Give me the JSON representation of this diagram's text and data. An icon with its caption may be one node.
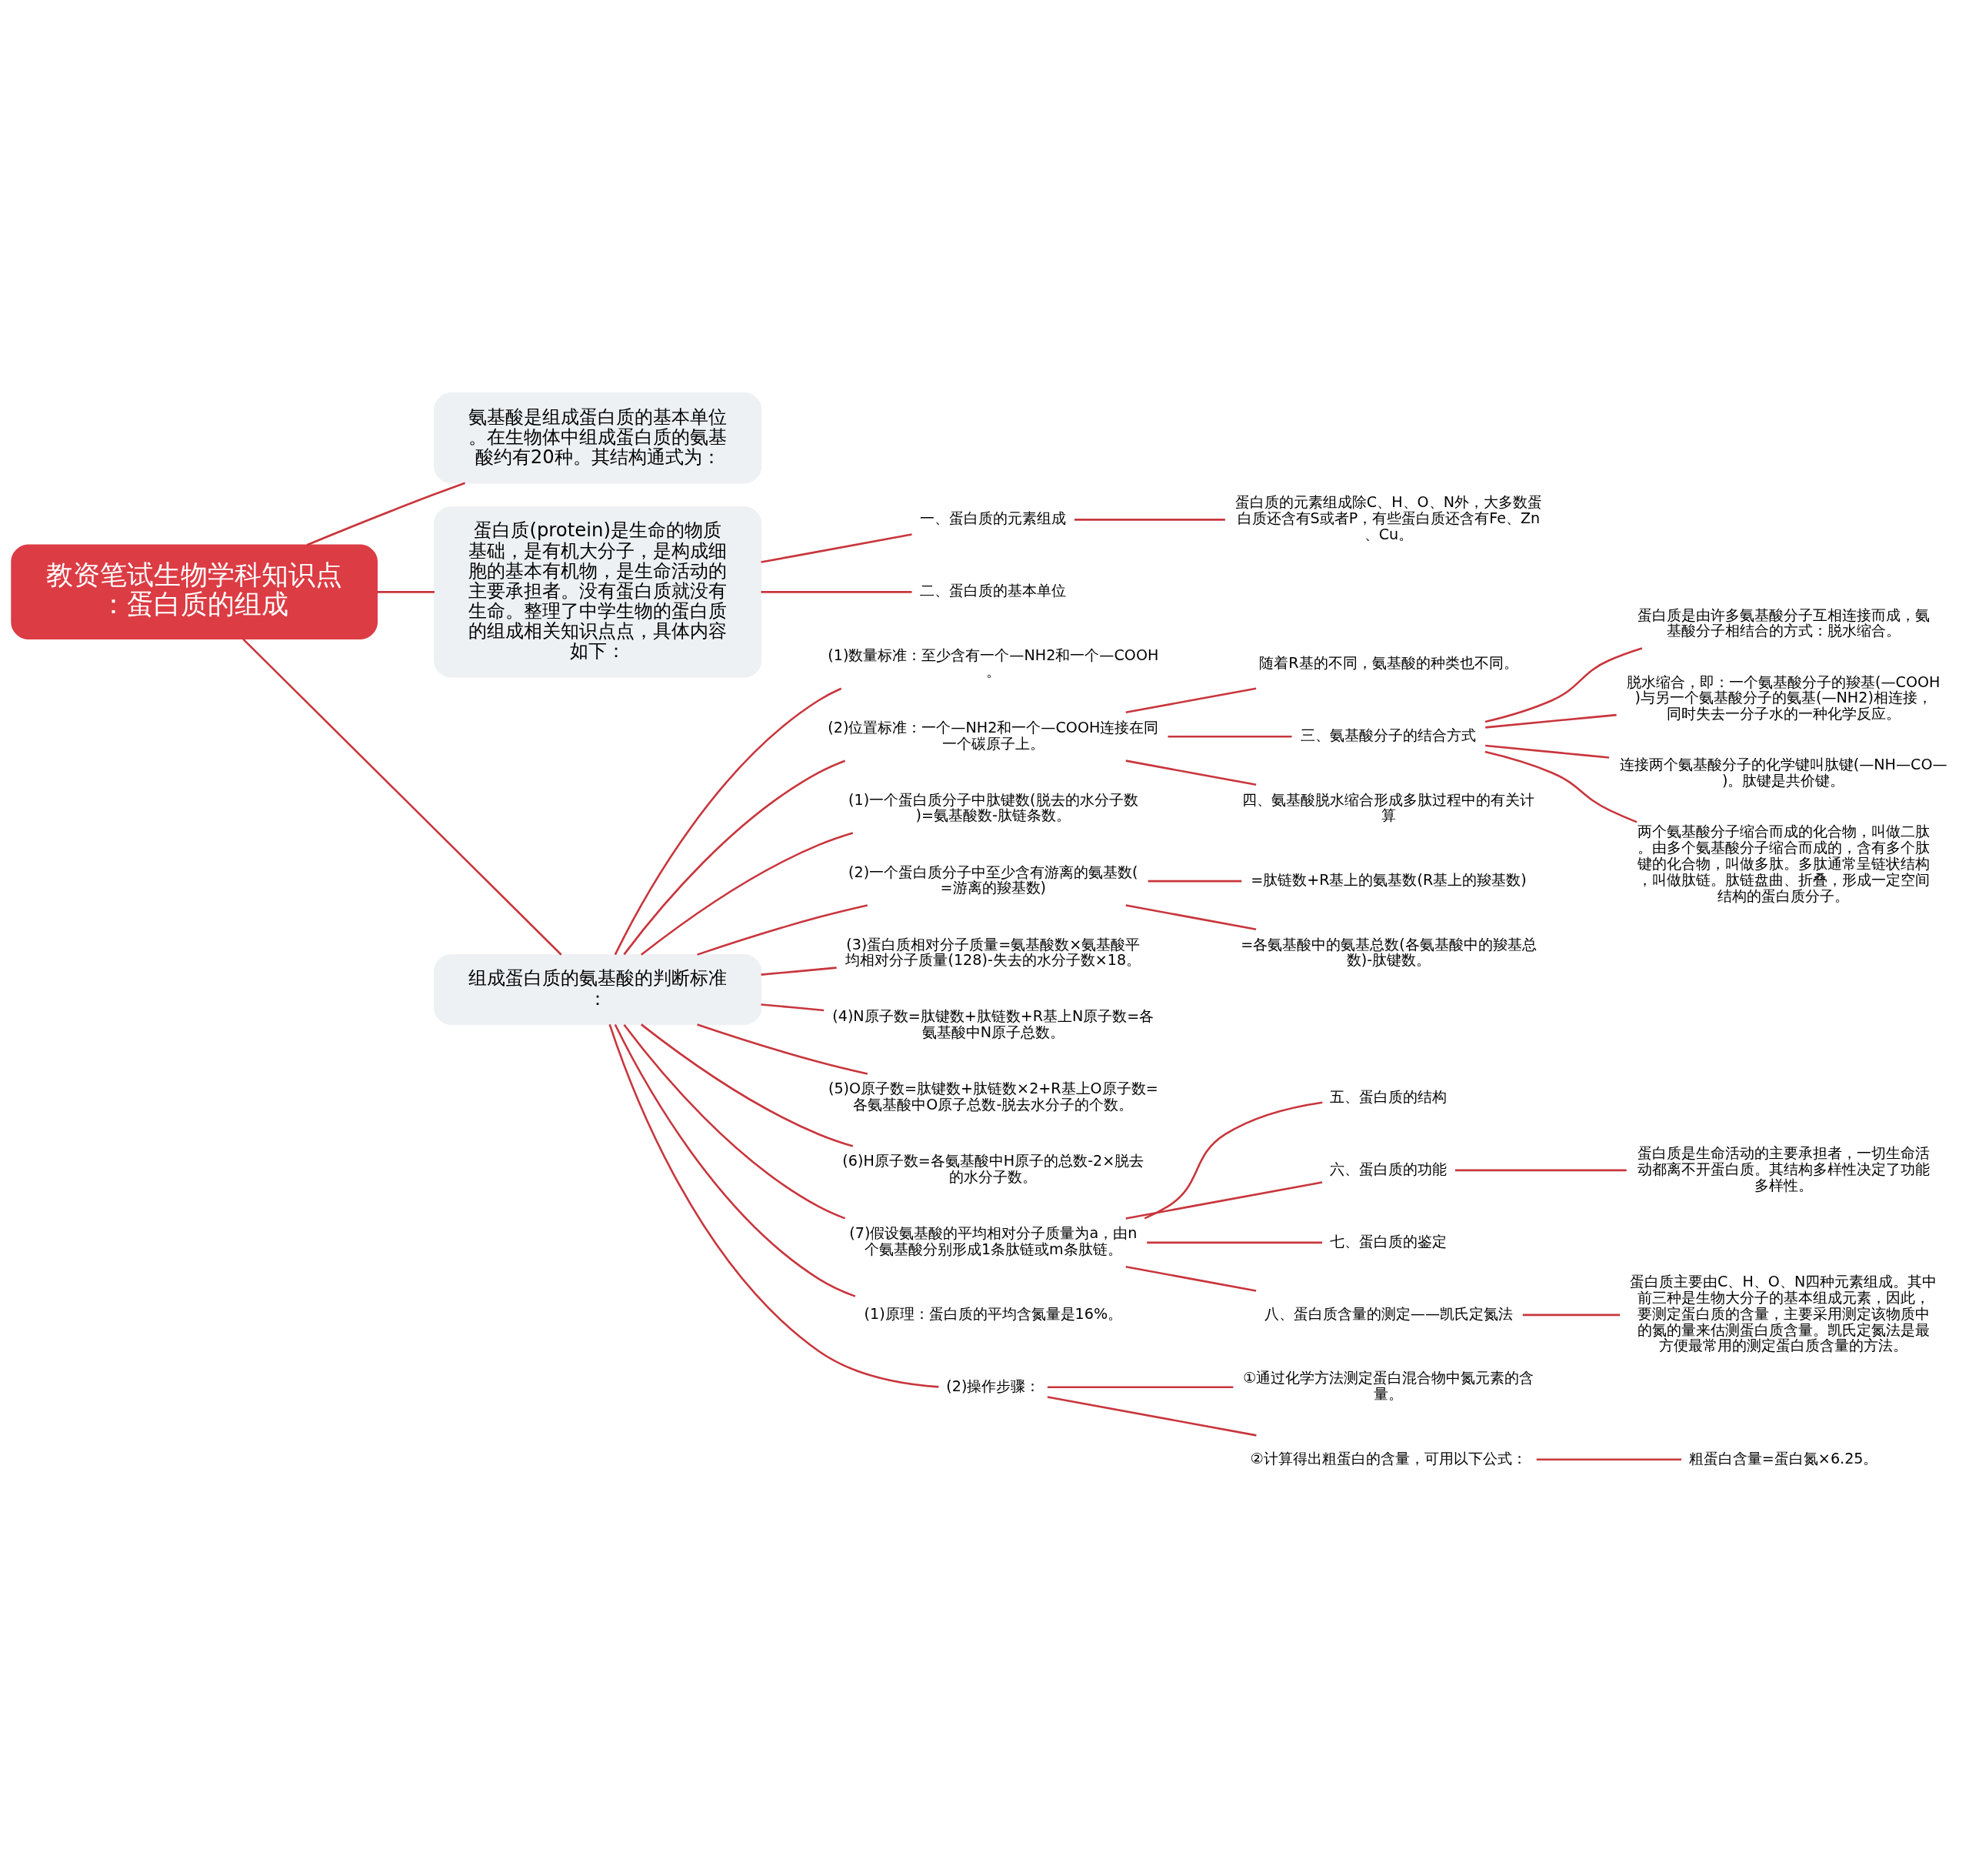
{
  "diagram": {
    "nodes": [
      {
        "text": [
          "教资笔试生物学科知识点：蛋白质的组成"
        ]
      },
      {
        "text": [
          "氨基酸是组成蛋白质的基本单位。在生物体中组成蛋白质的氨基酸约有20种。其结构通式为："
        ]
      },
      {
        "text": [
          "蛋白质(protein)是生命的物质基础，是有机大分子，是构成细胞的基本有机物，是生命活动的主要承担者。没有蛋白质就没有生命。整理了中学生物的蛋白质的组成相关知识点点，具体内容如下："
        ]
      },
      {
        "text": [
          "一、蛋白质的元素组成"
        ]
      },
      {
        "text": [
          "蛋白质的元素组成除C、H、O、N外，大多数蛋白质还含有S或者P，有些蛋白质还含有Fe、Zn、Cu。"
        ]
      },
      {
        "text": [
          "二、蛋白质的基本单位"
        ]
      },
      {
        "text": [
          "组成蛋白质的氨基酸的判断标准："
        ]
      },
      {
        "text": [
          "(1)数量标准：至少含有一个—NH2和一个—COOH。"
        ]
      },
      {
        "text": [
          "(2)位置标准：一个—NH2和一个—COOH连接在同一个碳原子上。"
        ]
      },
      {
        "text": [
          "随着R基的不同，氨基酸的种类也不同。"
        ]
      },
      {
        "text": [
          "三、氨基酸分子的结合方式"
        ]
      },
      {
        "text": [
          "蛋白质是由许多氨基酸分子互相连接而成，氨基酸分子相结合的方式：脱水缩合。"
        ]
      },
      {
        "text": [
          "脱水缩合，即：一个氨基酸分子的羧基(—COOH)与另一个氨基酸分子的氨基(—NH2)相连接，同时失去一分子水的一种化学反应。"
        ]
      },
      {
        "text": [
          "连接两个氨基酸分子的化学键叫肽键(—NH—CO—)。肽键是共价键。"
        ]
      },
      {
        "text": [
          "两个氨基酸分子缩合而成的化合物，叫做二肽。由多个氨基酸分子缩合而成的，含有多个肽键的化合物，叫做多肽。多肽通常呈链状结构，叫做肽链。肽链盘曲、折叠，形成一定空间结构的蛋白质分子。"
        ]
      },
      {
        "text": [
          "四、氨基酸脱水缩合形成多肽过程中的有关计算"
        ]
      },
      {
        "text": [
          "(1)一个蛋白质分子中肽键数(脱去的水分子数)=氨基酸数-肽链条数。"
        ]
      },
      {
        "text": [
          "(2)一个蛋白质分子中至少含有游离的氨基数(=游离的羧基数)"
        ]
      },
      {
        "text": [
          "=肽链数+R基上的氨基数(R基上的羧基数)"
        ]
      },
      {
        "text": [
          "=各氨基酸中的氨基总数(各氨基酸中的羧基总数)-肽键数。"
        ]
      },
      {
        "text": [
          "(3)蛋白质相对分子质量=氨基酸数×氨基酸平均相对分子质量(128)-失去的水分子数×18。"
        ]
      },
      {
        "text": [
          "(4)N原子数=肽键数+肽链数+R基上N原子数=各氨基酸中N原子总数。"
        ]
      },
      {
        "text": [
          "(5)O原子数=肽键数+肽链数×2+R基上O原子数=各氨基酸中O原子总数-脱去水分子的个数。"
        ]
      },
      {
        "text": [
          "(6)H原子数=各氨基酸中H原子的总数-2×脱去的水分子数。"
        ]
      },
      {
        "text": [
          "(7)假设氨基酸的平均相对分子质量为a，由n个氨基酸分别形成1条肽链或m条肽链。"
        ]
      },
      {
        "text": [
          "五、蛋白质的结构"
        ]
      },
      {
        "text": [
          "六、蛋白质的功能"
        ]
      },
      {
        "text": [
          "蛋白质是生命活动的主要承担者，一切生命活动都离不开蛋白质。其结构多样性决定了功能多样性。"
        ]
      },
      {
        "text": [
          "七、蛋白质的鉴定"
        ]
      },
      {
        "text": [
          "八、蛋白质含量的测定——凯氏定氮法"
        ]
      },
      {
        "text": [
          "蛋白质主要由C、H、O、N四种元素组成。其中前三种是生物大分子的基本组成元素，因此，要测定蛋白质的含量，主要采用测定该物质中的氮的量来估测蛋白质含量。凯氏定氮法是最方便最常用的测定蛋白质含量的方法。"
        ]
      },
      {
        "text": [
          "(1)原理：蛋白质的平均含氮量是16%。"
        ]
      },
      {
        "text": [
          "(2)操作步骤："
        ]
      },
      {
        "text": [
          "①通过化学方法测定蛋白混合物中氮元素的含量。"
        ]
      },
      {
        "text": [
          "②计算得出粗蛋白的含量，可用以下公式："
        ]
      },
      {
        "text": [
          "粗蛋白含量=蛋白氮×6.25。"
        ]
      }
    ],
    "edges": [
      {
        "from": 0,
        "to": 1,
        "arrow": "none"
      },
      {
        "from": 0,
        "to": 2,
        "arrow": "none"
      },
      {
        "from": 0,
        "to": 6,
        "arrow": "none"
      },
      {
        "from": 2,
        "to": 3,
        "arrow": "none"
      },
      {
        "from": 3,
        "to": 4,
        "arrow": "none"
      },
      {
        "from": 2,
        "to": 5,
        "arrow": "none"
      },
      {
        "from": 6,
        "to": 7,
        "arrow": "none"
      },
      {
        "from": 6,
        "to": 8,
        "arrow": "none"
      },
      {
        "from": 8,
        "to": 9,
        "arrow": "none"
      },
      {
        "from": 8,
        "to": 10,
        "arrow": "none"
      },
      {
        "from": 10,
        "to": 11,
        "arrow": "none"
      },
      {
        "from": 10,
        "to": 12,
        "arrow": "none"
      },
      {
        "from": 10,
        "to": 13,
        "arrow": "none"
      },
      {
        "from": 10,
        "to": 14,
        "arrow": "none"
      },
      {
        "from": 8,
        "to": 15,
        "arrow": "none"
      },
      {
        "from": 6,
        "to": 16,
        "arrow": "none"
      },
      {
        "from": 6,
        "to": 17,
        "arrow": "none"
      },
      {
        "from": 17,
        "to": 18,
        "arrow": "none"
      },
      {
        "from": 17,
        "to": 19,
        "arrow": "none"
      },
      {
        "from": 6,
        "to": 20,
        "arrow": "none"
      },
      {
        "from": 6,
        "to": 21,
        "arrow": "none"
      },
      {
        "from": 6,
        "to": 22,
        "arrow": "none"
      },
      {
        "from": 6,
        "to": 23,
        "arrow": "none"
      },
      {
        "from": 6,
        "to": 24,
        "arrow": "none"
      },
      {
        "from": 24,
        "to": 25,
        "arrow": "none"
      },
      {
        "from": 24,
        "to": 26,
        "arrow": "none"
      },
      {
        "from": 26,
        "to": 27,
        "arrow": "none"
      },
      {
        "from": 24,
        "to": 28,
        "arrow": "none"
      },
      {
        "from": 24,
        "to": 29,
        "arrow": "none"
      },
      {
        "from": 29,
        "to": 30,
        "arrow": "none"
      },
      {
        "from": 6,
        "to": 31,
        "arrow": "none"
      },
      {
        "from": 6,
        "to": 32,
        "arrow": "none"
      },
      {
        "from": 32,
        "to": 33,
        "arrow": "none"
      },
      {
        "from": 32,
        "to": 34,
        "arrow": "none"
      },
      {
        "from": 34,
        "to": 35,
        "arrow": "none"
      }
    ]
  }
}
